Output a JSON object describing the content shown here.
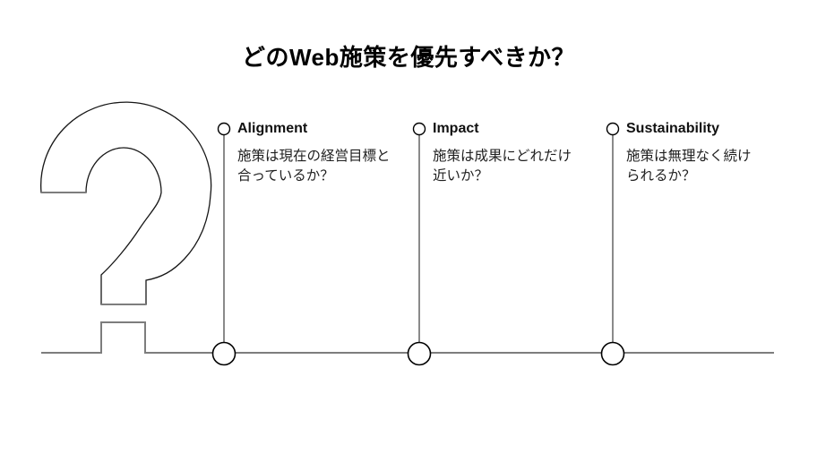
{
  "title": "どのWeb施策を優先すべきか？",
  "columns": [
    {
      "label": "Alignment",
      "description": "施策は現在の経営目標と\n合っているか？"
    },
    {
      "label": "Impact",
      "description": "施策は成果にどれだけ\n近いか？"
    },
    {
      "label": "Sustainability",
      "description": "施策は無理なく続け\nられるか？"
    }
  ],
  "colors": {
    "background": "#ffffff",
    "connector_gray": "#7d7d7d",
    "outline_black": "#161616",
    "text_black": "#111111"
  }
}
